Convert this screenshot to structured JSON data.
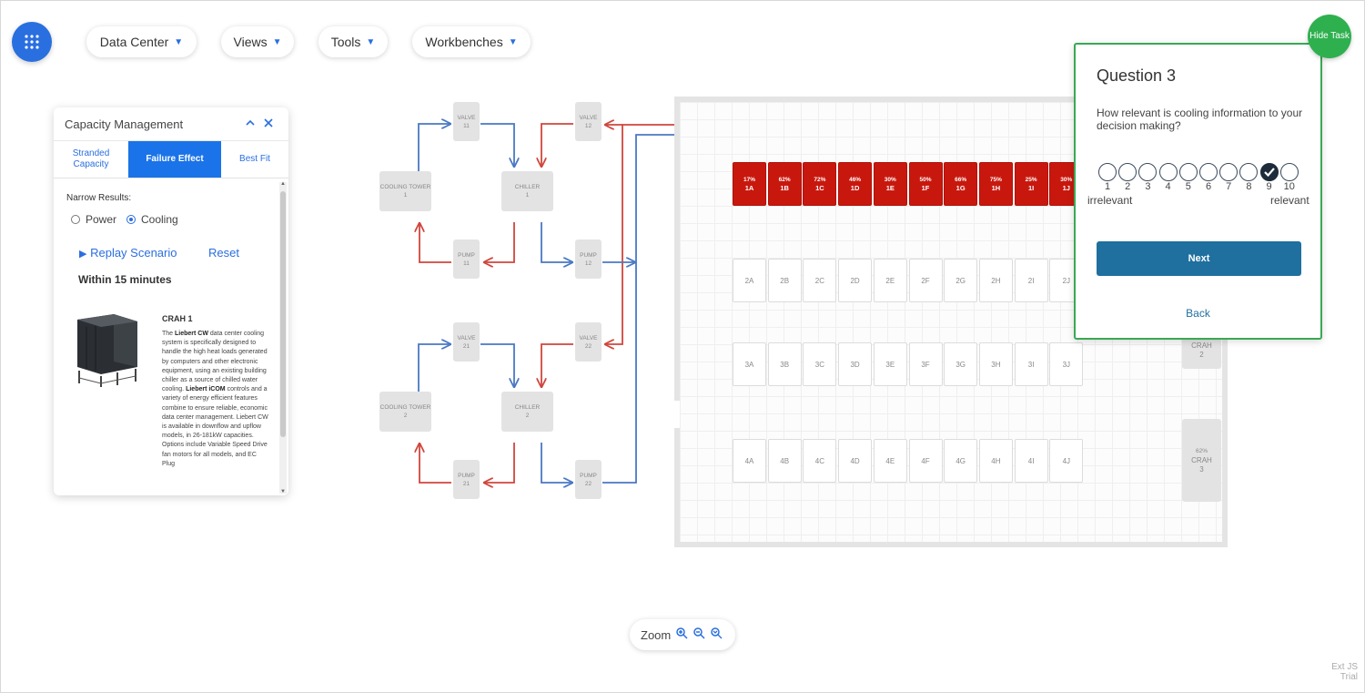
{
  "nav": {
    "apps_icon": "grid-icon",
    "menus": [
      {
        "label": "Data Center"
      },
      {
        "label": "Views"
      },
      {
        "label": "Tools"
      },
      {
        "label": "Workbenches"
      }
    ]
  },
  "capacity_panel": {
    "title": "Capacity Management",
    "collapse_icon": "chevron-up-icon",
    "close_icon": "close-icon",
    "tabs": [
      {
        "label": "Stranded Capacity",
        "active": false
      },
      {
        "label": "Failure Effect",
        "active": true
      },
      {
        "label": "Best Fit",
        "active": false
      }
    ],
    "narrow_label": "Narrow Results:",
    "radio_power": "Power",
    "radio_cooling": "Cooling",
    "selected": "Cooling",
    "replay_label": "Replay Scenario",
    "reset_label": "Reset",
    "within_label": "Within 15 minutes",
    "crah_title": "CRAH 1",
    "crah_desc": [
      {
        "t": "The ",
        "b": false
      },
      {
        "t": "Liebert CW",
        "b": true
      },
      {
        "t": " data center cooling system is specifically designed to handle the high heat loads generated by computers and other electronic equipment, using an existing building chiller as a source of chilled water cooling. ",
        "b": false
      },
      {
        "t": "Liebert iCOM",
        "b": true
      },
      {
        "t": " controls and a variety of energy efficient features combine to ensure reliable, economic data center management. Liebert CW is available in downflow and upflow models, in 26-181kW capacities. Options include Variable Speed Drive fan motors for all models, and EC Plug",
        "b": false
      }
    ]
  },
  "diagram": {
    "valve_label": "VALVE",
    "pump_label": "PUMP",
    "tower_label": "COOLING TOWER",
    "chiller_label": "CHILLER",
    "loops": [
      {
        "valve_a": "11",
        "valve_b": "12",
        "tower": "1",
        "chiller": "1",
        "pump_a": "11",
        "pump_b": "12"
      },
      {
        "valve_a": "21",
        "valve_b": "22",
        "tower": "2",
        "chiller": "2",
        "pump_a": "21",
        "pump_b": "22"
      }
    ],
    "colors": {
      "hot": "#d0463c",
      "cold": "#4a78c4"
    }
  },
  "floor": {
    "row1": [
      {
        "pct": "17%",
        "label": "1A"
      },
      {
        "pct": "62%",
        "label": "1B"
      },
      {
        "pct": "72%",
        "label": "1C"
      },
      {
        "pct": "46%",
        "label": "1D"
      },
      {
        "pct": "30%",
        "label": "1E"
      },
      {
        "pct": "50%",
        "label": "1F"
      },
      {
        "pct": "66%",
        "label": "1G"
      },
      {
        "pct": "75%",
        "label": "1H"
      },
      {
        "pct": "25%",
        "label": "1I"
      },
      {
        "pct": "30%",
        "label": "1J"
      }
    ],
    "row2": [
      "2A",
      "2B",
      "2C",
      "2D",
      "2E",
      "2F",
      "2G",
      "2H",
      "2I",
      "2J"
    ],
    "row3": [
      "3A",
      "3B",
      "3C",
      "3D",
      "3E",
      "3F",
      "3G",
      "3H",
      "3I",
      "3J"
    ],
    "row4": [
      "4A",
      "4B",
      "4C",
      "4D",
      "4E",
      "4F",
      "4G",
      "4H",
      "4I",
      "4J"
    ],
    "crah2": {
      "label": "CRAH",
      "num": "2"
    },
    "crah3": {
      "pct": "62%",
      "label": "CRAH",
      "num": "3"
    },
    "colors": {
      "hot_rack": "#c8180e"
    }
  },
  "question": {
    "title": "Question 3",
    "text": "How relevant is cooling information to your decision making?",
    "scale": [
      "1",
      "2",
      "3",
      "4",
      "5",
      "6",
      "7",
      "8",
      "9",
      "10"
    ],
    "selected": "9",
    "low_label": "irrelevant",
    "high_label": "relevant",
    "next_label": "Next",
    "back_label": "Back",
    "colors": {
      "border": "#3aa854",
      "button": "#1f6f9f"
    }
  },
  "hide_task": "Hide Task",
  "zoom": {
    "label": "Zoom",
    "icons": [
      "zoom-in-icon",
      "zoom-out-icon",
      "zoom-reset-icon"
    ]
  },
  "trial_text": "Ext JS Trial",
  "colors": {
    "accent": "#2a6fe0",
    "green": "#2fb04f"
  }
}
